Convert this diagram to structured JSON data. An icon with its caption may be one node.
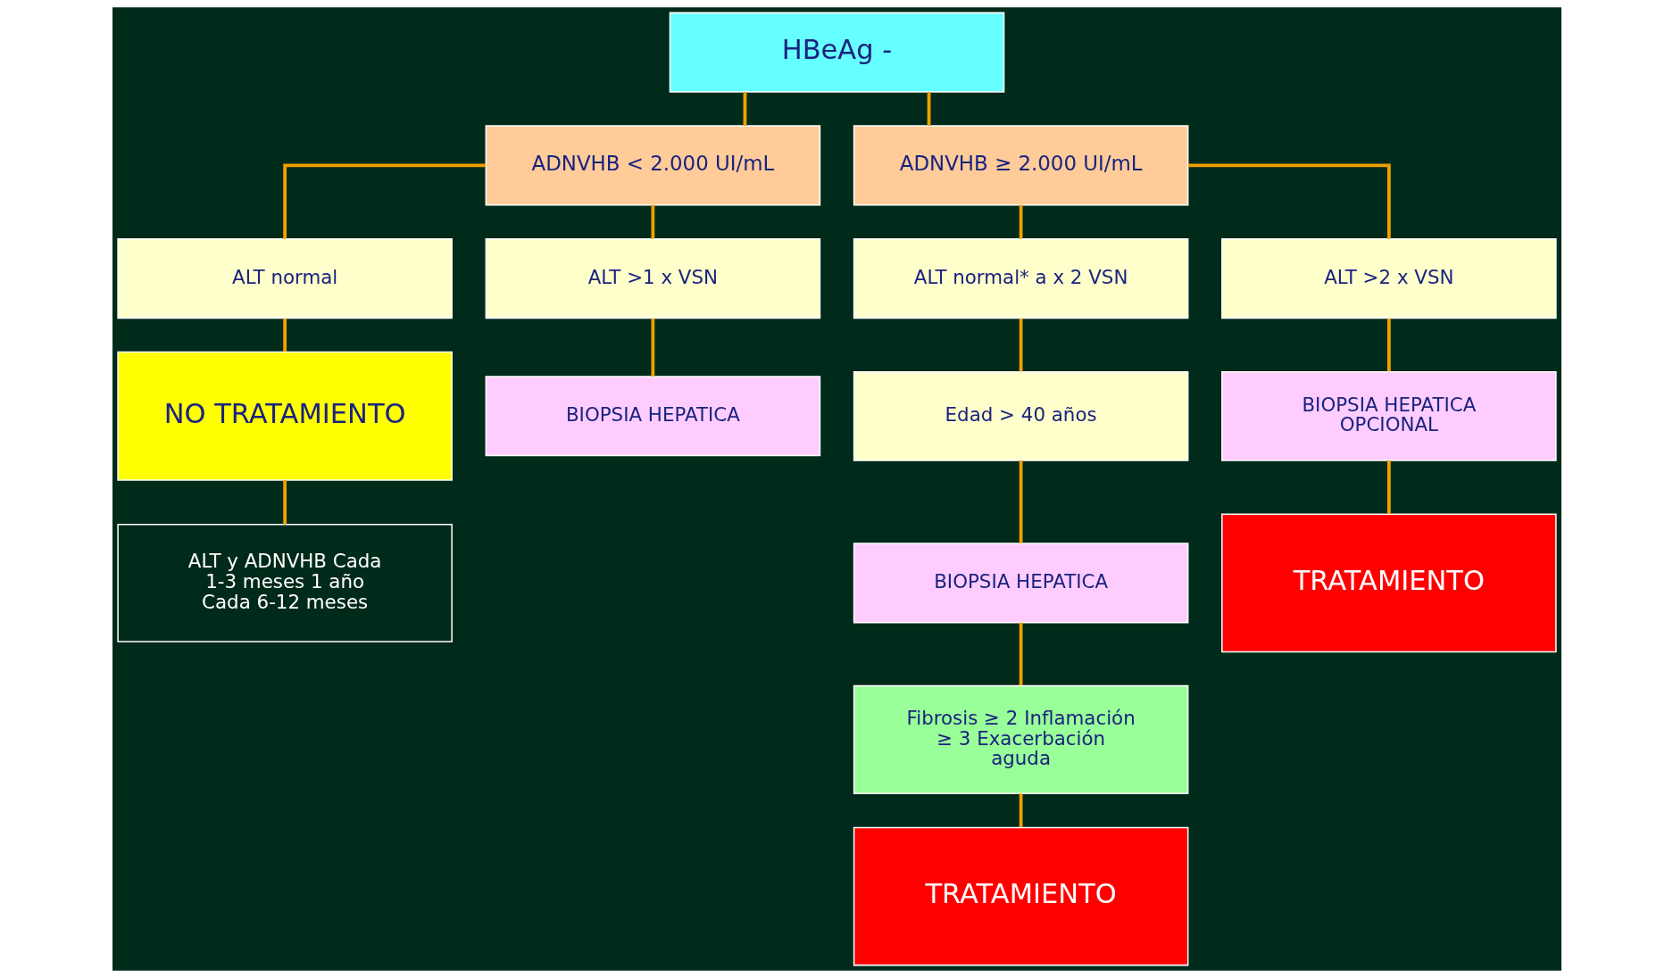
{
  "diagram": {
    "nodes": [
      {
        "text": [
          "HBeAg -"
        ]
      },
      {
        "text": [
          "ADNVHB < 2.000 UI/mL"
        ]
      },
      {
        "text": [
          "ADNVHB ≥ 2.000 UI/mL"
        ]
      },
      {
        "text": [
          "ALT normal"
        ]
      },
      {
        "text": [
          "ALT >1 x VSN"
        ]
      },
      {
        "text": [
          "ALT normal* a x 2 VSN"
        ]
      },
      {
        "text": [
          "ALT >2 x VSN"
        ]
      },
      {
        "text": [
          "NO TRATAMIENTO"
        ]
      },
      {
        "text": [
          "BIOPSIA HEPATICA"
        ]
      },
      {
        "text": [
          "Edad > 40 años"
        ]
      },
      {
        "text": [
          "BIOPSIA HEPATICA OPCIONAL"
        ]
      },
      {
        "text": [
          "ALT y ADNVHB Cada 1-3 meses 1 año Cada 6-12 meses"
        ]
      },
      {
        "text": [
          "BIOPSIA HEPATICA"
        ]
      },
      {
        "text": [
          "TRATAMIENTO"
        ]
      },
      {
        "text": [
          "Fibrosis ≥ 2 Inflamación ≥ 3 Exacerbación aguda"
        ]
      },
      {
        "text": [
          "TRATAMIENTO"
        ]
      }
    ],
    "edges": [
      {
        "from": 0,
        "to": 1,
        "arrow": "none"
      },
      {
        "from": 0,
        "to": 2,
        "arrow": "none"
      },
      {
        "from": 1,
        "to": 3,
        "arrow": "none"
      },
      {
        "from": 1,
        "to": 4,
        "arrow": "none"
      },
      {
        "from": 2,
        "to": 5,
        "arrow": "none"
      },
      {
        "from": 2,
        "to": 6,
        "arrow": "none"
      },
      {
        "from": 3,
        "to": 7,
        "arrow": "none"
      },
      {
        "from": 4,
        "to": 8,
        "arrow": "none"
      },
      {
        "from": 5,
        "to": 9,
        "arrow": "none"
      },
      {
        "from": 6,
        "to": 10,
        "arrow": "none"
      },
      {
        "from": 7,
        "to": 11,
        "arrow": "none"
      },
      {
        "from": 9,
        "to": 12,
        "arrow": "none"
      },
      {
        "from": 10,
        "to": 13,
        "arrow": "none"
      },
      {
        "from": 12,
        "to": 14,
        "arrow": "none"
      },
      {
        "from": 14,
        "to": 15,
        "arrow": "none"
      }
    ]
  }
}
